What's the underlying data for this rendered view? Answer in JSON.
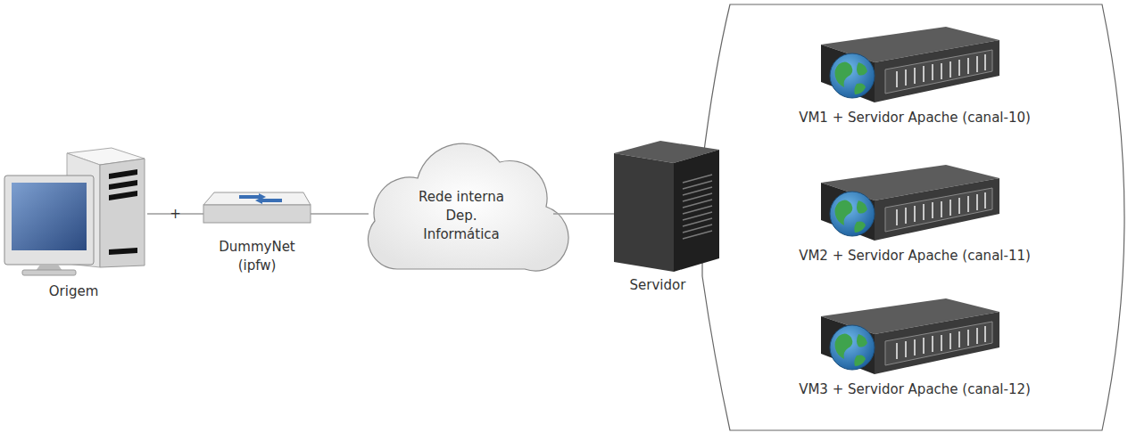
{
  "diagram": {
    "nodes": [
      {
        "text": [
          "Origem"
        ]
      },
      {
        "text": [
          "DummyNet (ipfw)"
        ]
      },
      {
        "text": [
          "Rede interna Dep. Informática"
        ]
      },
      {
        "text": [
          "Servidor"
        ]
      },
      {
        "text": [
          "VM1 + Servidor Apache (canal-10)"
        ]
      },
      {
        "text": [
          "VM2 + Servidor Apache (canal-11)"
        ]
      },
      {
        "text": [
          "VM3 + Servidor Apache (canal-12)"
        ]
      }
    ],
    "edges": [
      {
        "from": 0,
        "to": 1,
        "arrow": "none",
        "label": "+"
      },
      {
        "from": 1,
        "to": 2,
        "arrow": "none"
      },
      {
        "from": 2,
        "to": 3,
        "arrow": "none"
      }
    ]
  }
}
